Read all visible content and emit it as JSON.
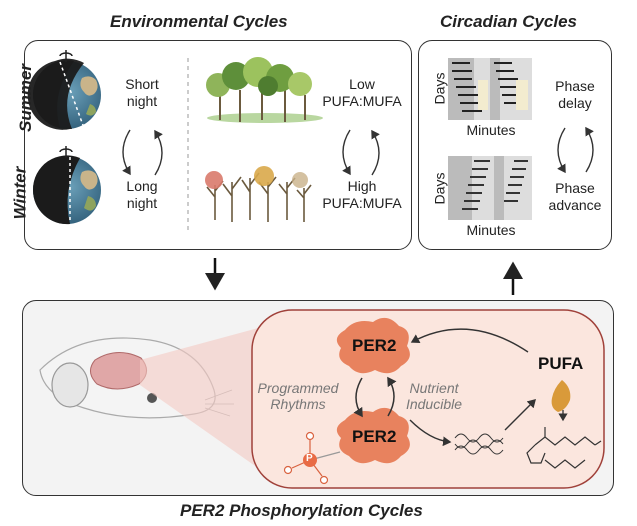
{
  "sections": {
    "environmental_title": "Environmental Cycles",
    "circadian_title": "Circadian Cycles",
    "phosphorylation_title": "PER2 Phosphorylation Cycles"
  },
  "environmental": {
    "summer_label": "Summer",
    "winter_label": "Winter",
    "short_night": "Short night",
    "long_night": "Long night",
    "low_ratio": "Low PUFA:MUFA",
    "high_ratio": "High PUFA:MUFA"
  },
  "circadian": {
    "days_label_top": "Days",
    "minutes_label_top": "Minutes",
    "days_label_bottom": "Days",
    "minutes_label_bottom": "Minutes",
    "phase_delay": "Phase delay",
    "phase_advance": "Phase advance"
  },
  "phosphorylation": {
    "per2_top": "PER2",
    "per2_bottom": "PER2",
    "pufa": "PUFA",
    "phosphate_symbol": "P",
    "programmed_rhythms": "Programmed Rhythms",
    "nutrient_inducible": "Nutrient Inducible"
  },
  "colors": {
    "per2": "#e8825e",
    "zoom_panel": "#fbe6de",
    "zoom_border": "#a0413a",
    "bottom_panel": "#f1f1f1",
    "pufa_drop": "#d99a3a",
    "phosphate": "#d9623f"
  }
}
